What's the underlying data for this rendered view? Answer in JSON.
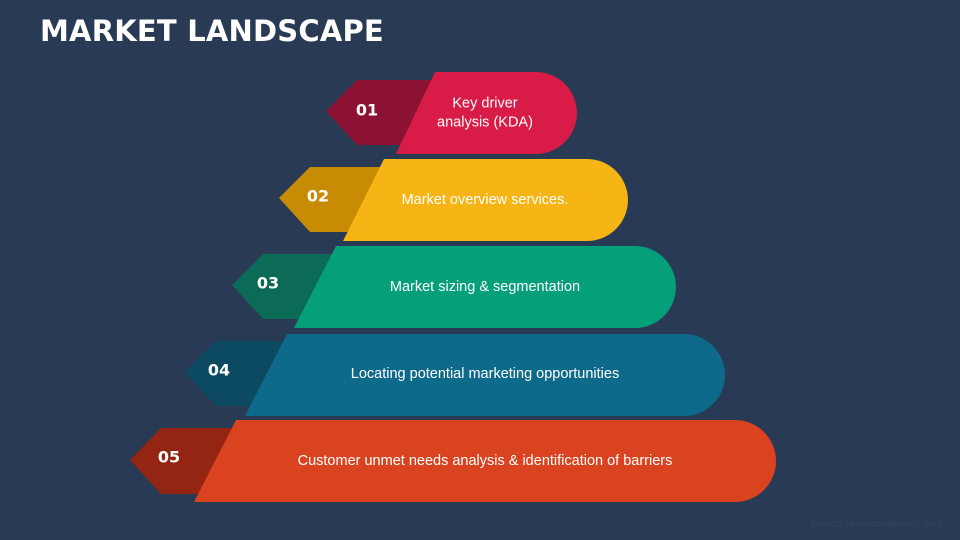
{
  "title": "MARKET LANDSCAPE",
  "steps": [
    {
      "number": "01",
      "lines": [
        "Key driver",
        "analysis (KDA)"
      ],
      "color": "#d81b47",
      "dark": "#8b1233"
    },
    {
      "number": "02",
      "lines": [
        "Market overview services."
      ],
      "color": "#f6b415",
      "dark": "#c78b04"
    },
    {
      "number": "03",
      "lines": [
        "Market sizing & segmentation"
      ],
      "color": "#05a079",
      "dark": "#0b6b56"
    },
    {
      "number": "04",
      "lines": [
        "Locating potential marketing opportunities"
      ],
      "color": "#0e6a8b",
      "dark": "#0b4a61"
    },
    {
      "number": "05",
      "lines": [
        "Customer unmet needs analysis & identification of barriers"
      ],
      "color": "#d9431f",
      "dark": "#932512"
    }
  ],
  "source": "Source: researchoptimus.com"
}
